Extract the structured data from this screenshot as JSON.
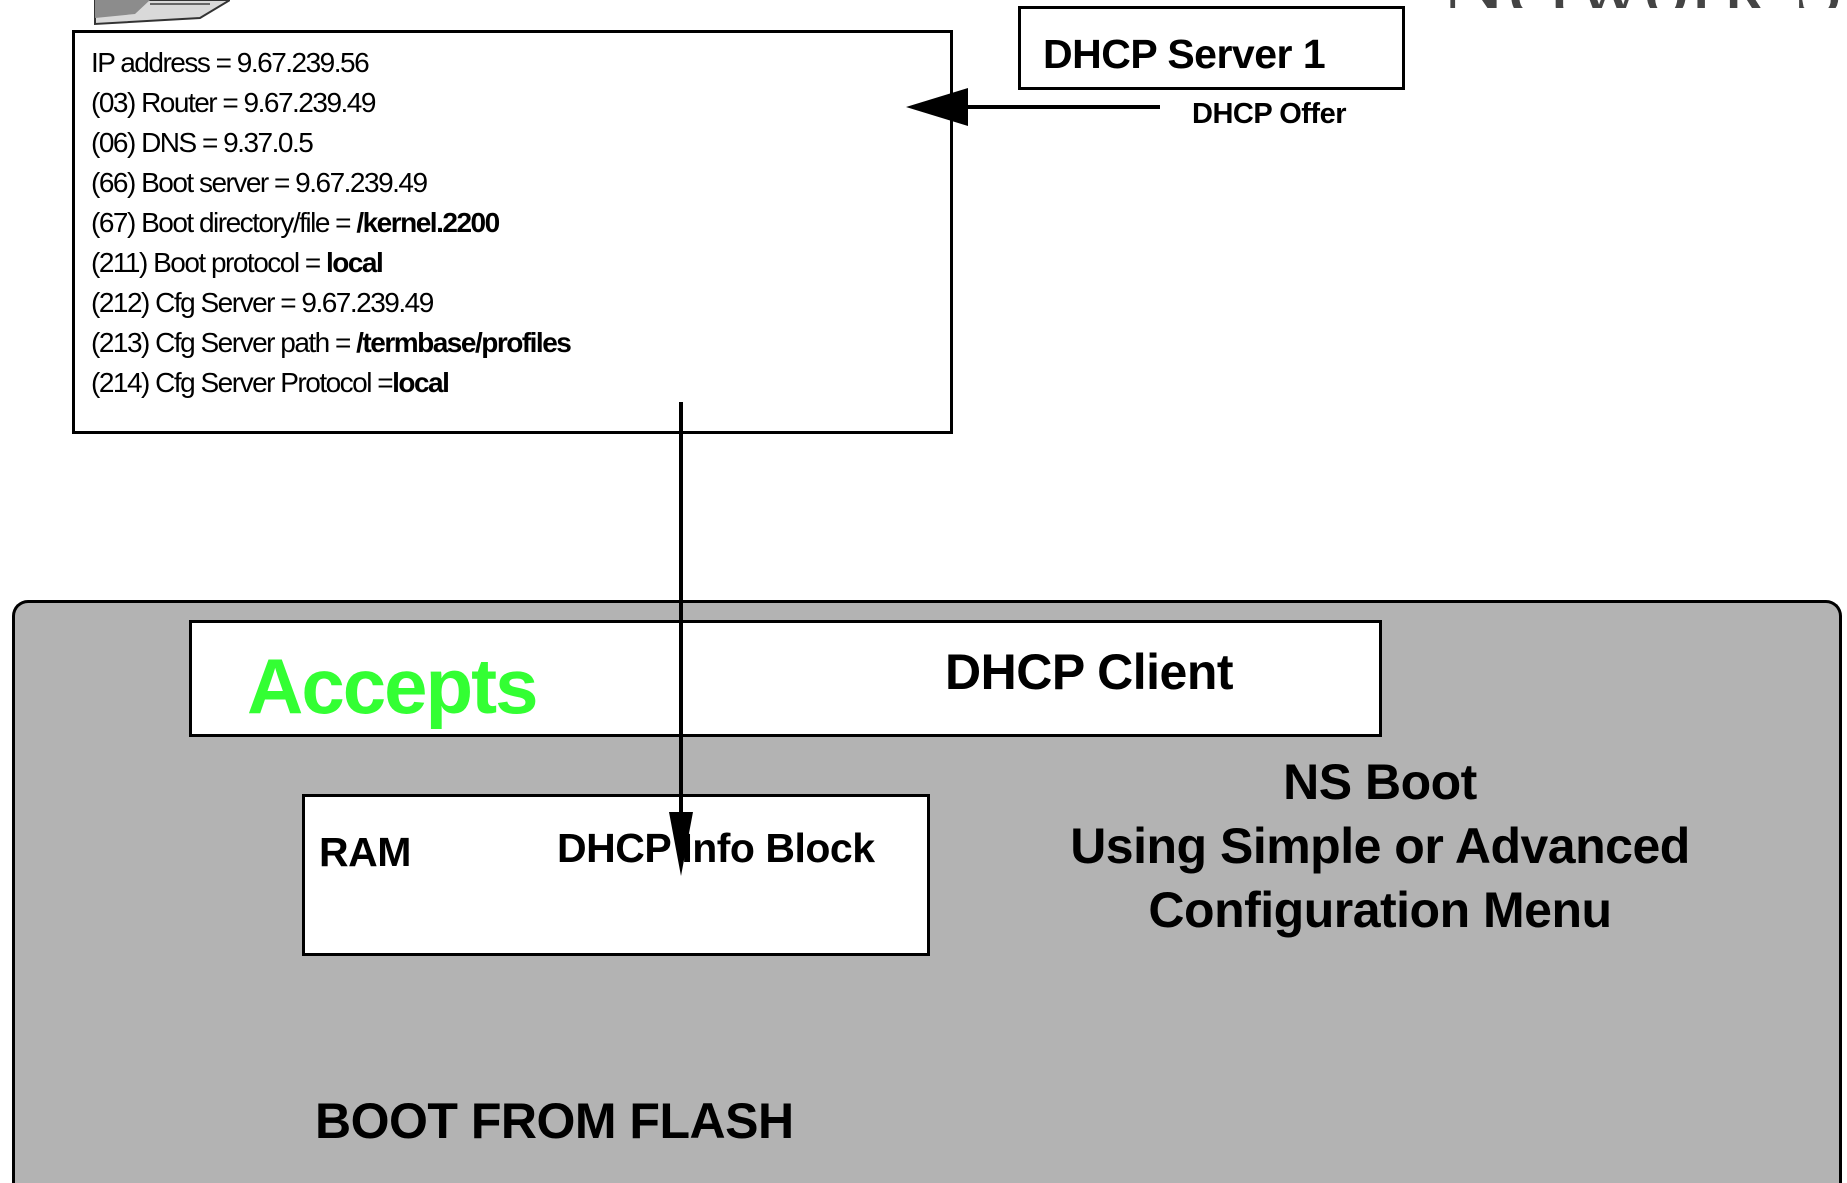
{
  "brand": {
    "logo_text": "Network Station"
  },
  "server": {
    "title": "DHCP Server 1",
    "message": "DHCP Offer"
  },
  "options": [
    {
      "prefix": "IP address = ",
      "value": "9.67.239.56",
      "bold": false
    },
    {
      "prefix": "(03) Router = ",
      "value": "9.67.239.49",
      "bold": false
    },
    {
      "prefix": "(06) DNS = ",
      "value": "9.37.0.5",
      "bold": false
    },
    {
      "prefix": "(66) Boot server = ",
      "value": "9.67.239.49",
      "bold": false
    },
    {
      "prefix": "(67) Boot directory/file = ",
      "value": "/kernel.2200",
      "bold": true
    },
    {
      "prefix": "(211) Boot protocol = ",
      "value": "local",
      "bold": true
    },
    {
      "prefix": "(212) Cfg Server = ",
      "value": "9.67.239.49",
      "bold": false
    },
    {
      "prefix": "(213) Cfg Server path = ",
      "value": "/termbase/profiles",
      "bold": true
    },
    {
      "prefix": "(214) Cfg Server Protocol =",
      "value": "local",
      "bold": true
    }
  ],
  "client": {
    "status": "Accepts",
    "title": "DHCP Client"
  },
  "ram": {
    "label": "RAM",
    "block": "DHCP Info Block"
  },
  "ns_boot": {
    "lines": [
      "NS Boot",
      "Using Simple or Advanced",
      "Configuration Menu"
    ]
  },
  "flash": {
    "label": "BOOT FROM FLASH"
  },
  "colors": {
    "accept": "#33ff33",
    "panel": "#b3b3b3",
    "line": "#000000"
  }
}
